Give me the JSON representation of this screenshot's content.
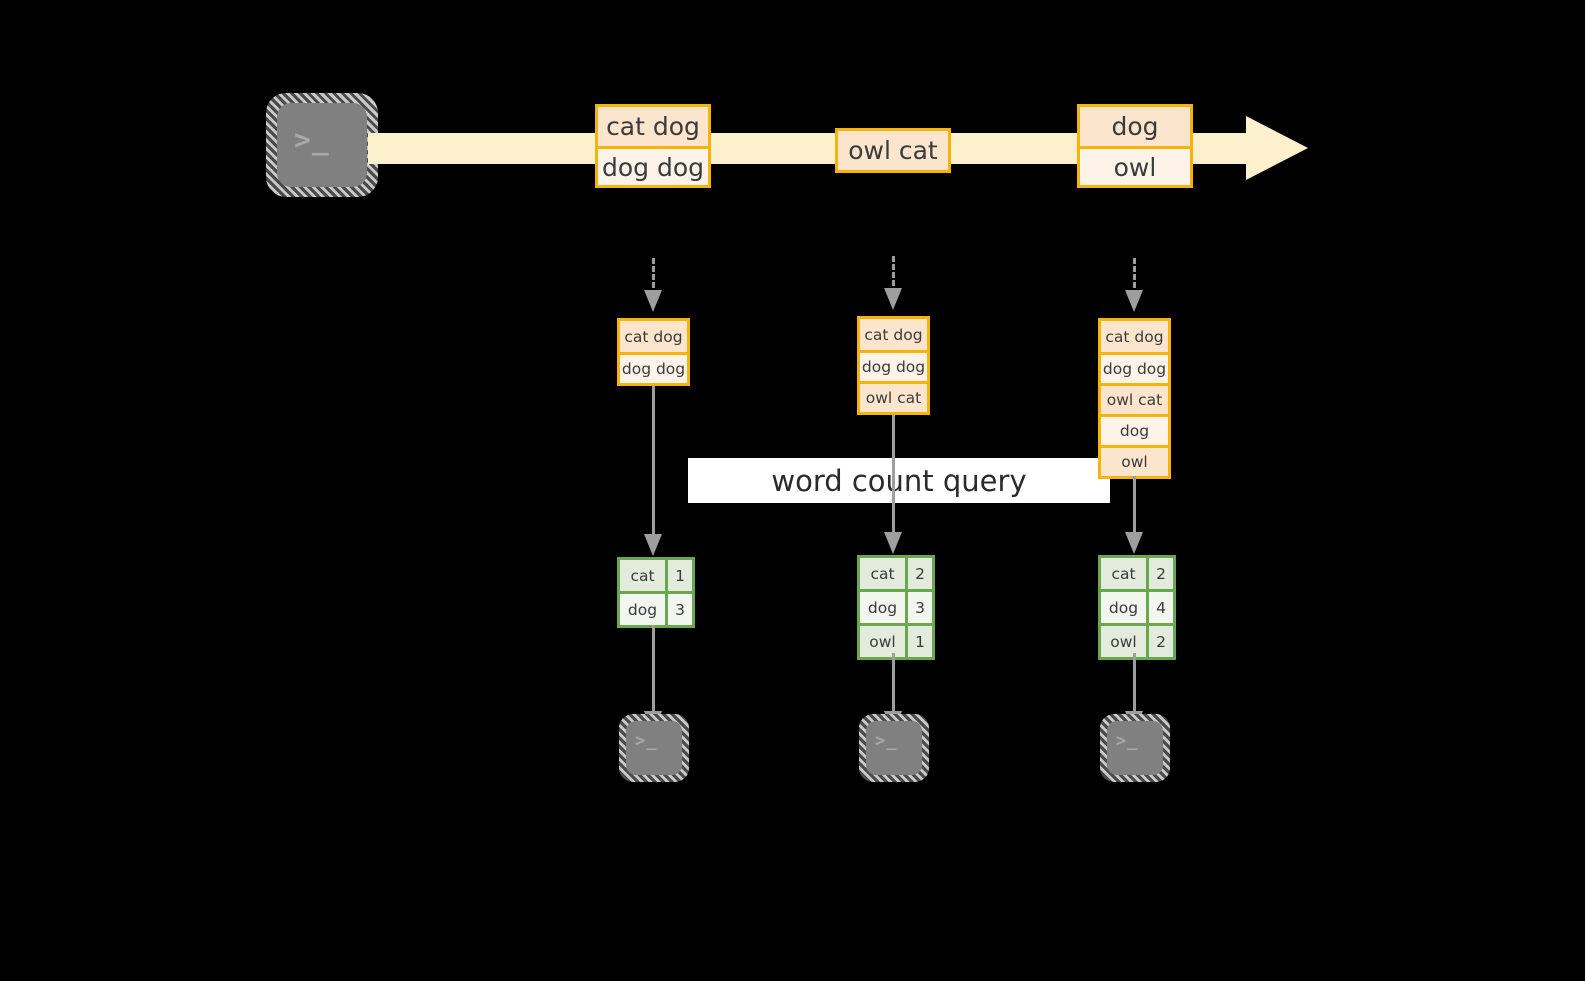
{
  "diagram": {
    "title_label": "word count query",
    "colors": {
      "record_border": "#f6b40a",
      "record_fill_dark": "#fce5cd",
      "record_fill_light": "#fdf3e8",
      "stream_arrow": "#fdf0cc",
      "result_border": "#6aa84f",
      "result_fill_dark": "#e3ebdc",
      "result_fill_light": "#f2f6ef",
      "connector": "#9e9e9e",
      "terminal_fill": "#808080",
      "banner_fill": "#ffffff",
      "background": "#000000"
    },
    "source": {
      "icon": "terminal-icon",
      "glyph": ">_"
    },
    "stream": {
      "arrow_icon": "right-arrow-icon",
      "records": [
        {
          "lines": [
            "cat dog",
            "dog dog"
          ]
        },
        {
          "lines": [
            "owl cat"
          ]
        },
        {
          "lines": [
            "dog",
            "owl"
          ]
        }
      ]
    },
    "batches": [
      {
        "name": "batch-1",
        "rows": [
          "cat dog",
          "dog dog"
        ],
        "result": {
          "header_omitted": true,
          "rows": [
            {
              "word": "cat",
              "count": "1"
            },
            {
              "word": "dog",
              "count": "3"
            }
          ]
        },
        "sink": {
          "icon": "terminal-icon",
          "glyph": ">_"
        }
      },
      {
        "name": "batch-2",
        "rows": [
          "cat dog",
          "dog dog",
          "owl cat"
        ],
        "result": {
          "header_omitted": true,
          "rows": [
            {
              "word": "cat",
              "count": "2"
            },
            {
              "word": "dog",
              "count": "3"
            },
            {
              "word": "owl",
              "count": "1"
            }
          ]
        },
        "sink": {
          "icon": "terminal-icon",
          "glyph": ">_"
        }
      },
      {
        "name": "batch-3",
        "rows": [
          "cat dog",
          "dog dog",
          "owl cat",
          "dog",
          "owl"
        ],
        "result": {
          "header_omitted": true,
          "rows": [
            {
              "word": "cat",
              "count": "2"
            },
            {
              "word": "dog",
              "count": "4"
            },
            {
              "word": "owl",
              "count": "2"
            }
          ]
        },
        "sink": {
          "icon": "terminal-icon",
          "glyph": ">_"
        }
      }
    ]
  }
}
